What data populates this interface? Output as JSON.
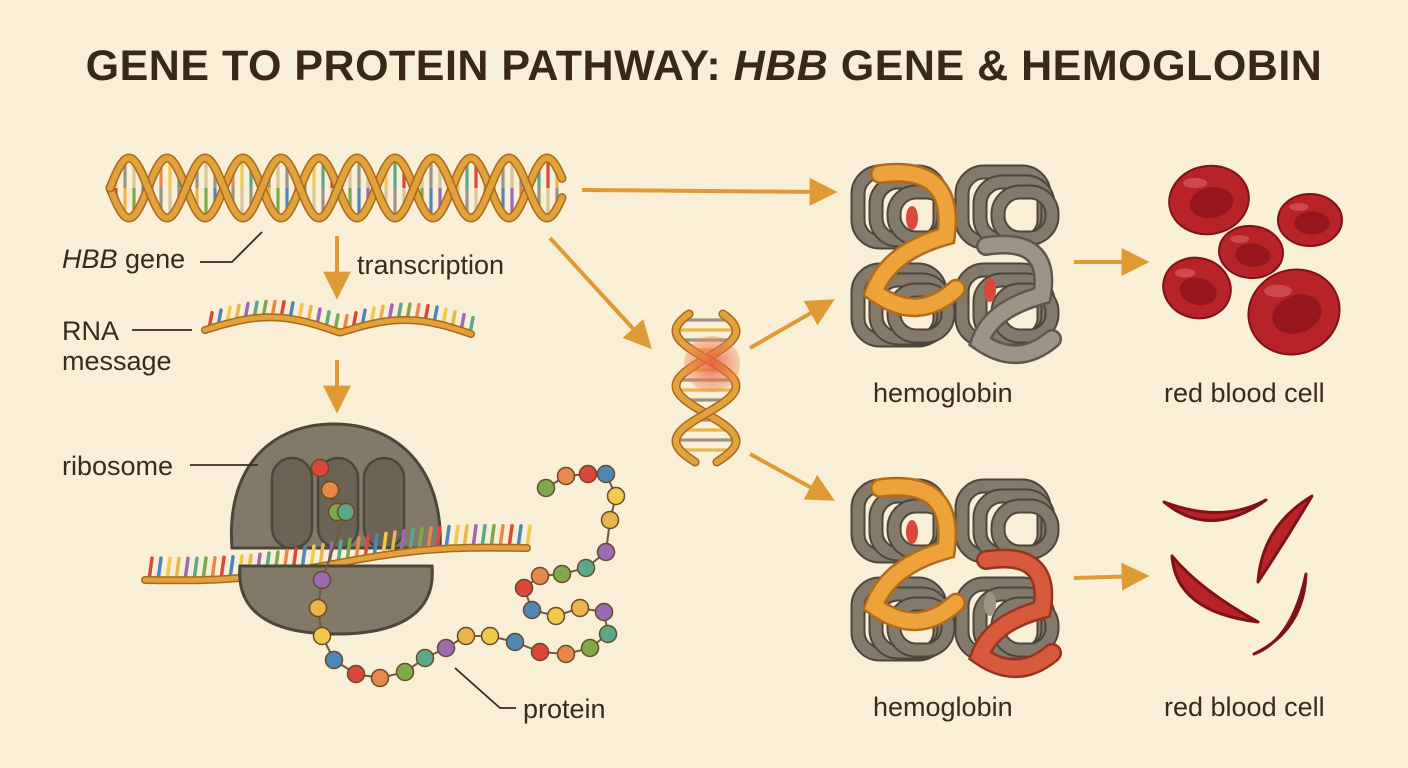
{
  "title": {
    "prefix": "GENE TO PROTEIN PATHWAY: ",
    "italic": "HBB",
    "suffix": " GENE & HEMOGLOBIN"
  },
  "labels": {
    "gene_italic": "HBB",
    "gene_suffix": " gene",
    "transcription": "transcription",
    "rna_line1": "RNA",
    "rna_line2": "message",
    "ribosome": "ribosome",
    "protein": "protein",
    "hemoglobin_top": "hemoglobin",
    "hemoglobin_bottom": "hemoglobin",
    "rbc_top": "red blood cell",
    "rbc_bottom": "red blood cell"
  },
  "colors": {
    "background": "#f8efd6",
    "dna_strand": "#e2a13a",
    "dna_outline": "#a9691c",
    "arrow": "#e09a35",
    "ribosome": "#827968",
    "normal_subunit": "#9c9486",
    "mutant_subunit": "#d85a3c",
    "red_cell": "#b8232a",
    "base_pairs": [
      "#d9483b",
      "#e8b64a",
      "#7fa84a",
      "#4f86b8",
      "#9a6bb0",
      "#e58a4a",
      "#f2c94c",
      "#5aaa8a"
    ]
  }
}
